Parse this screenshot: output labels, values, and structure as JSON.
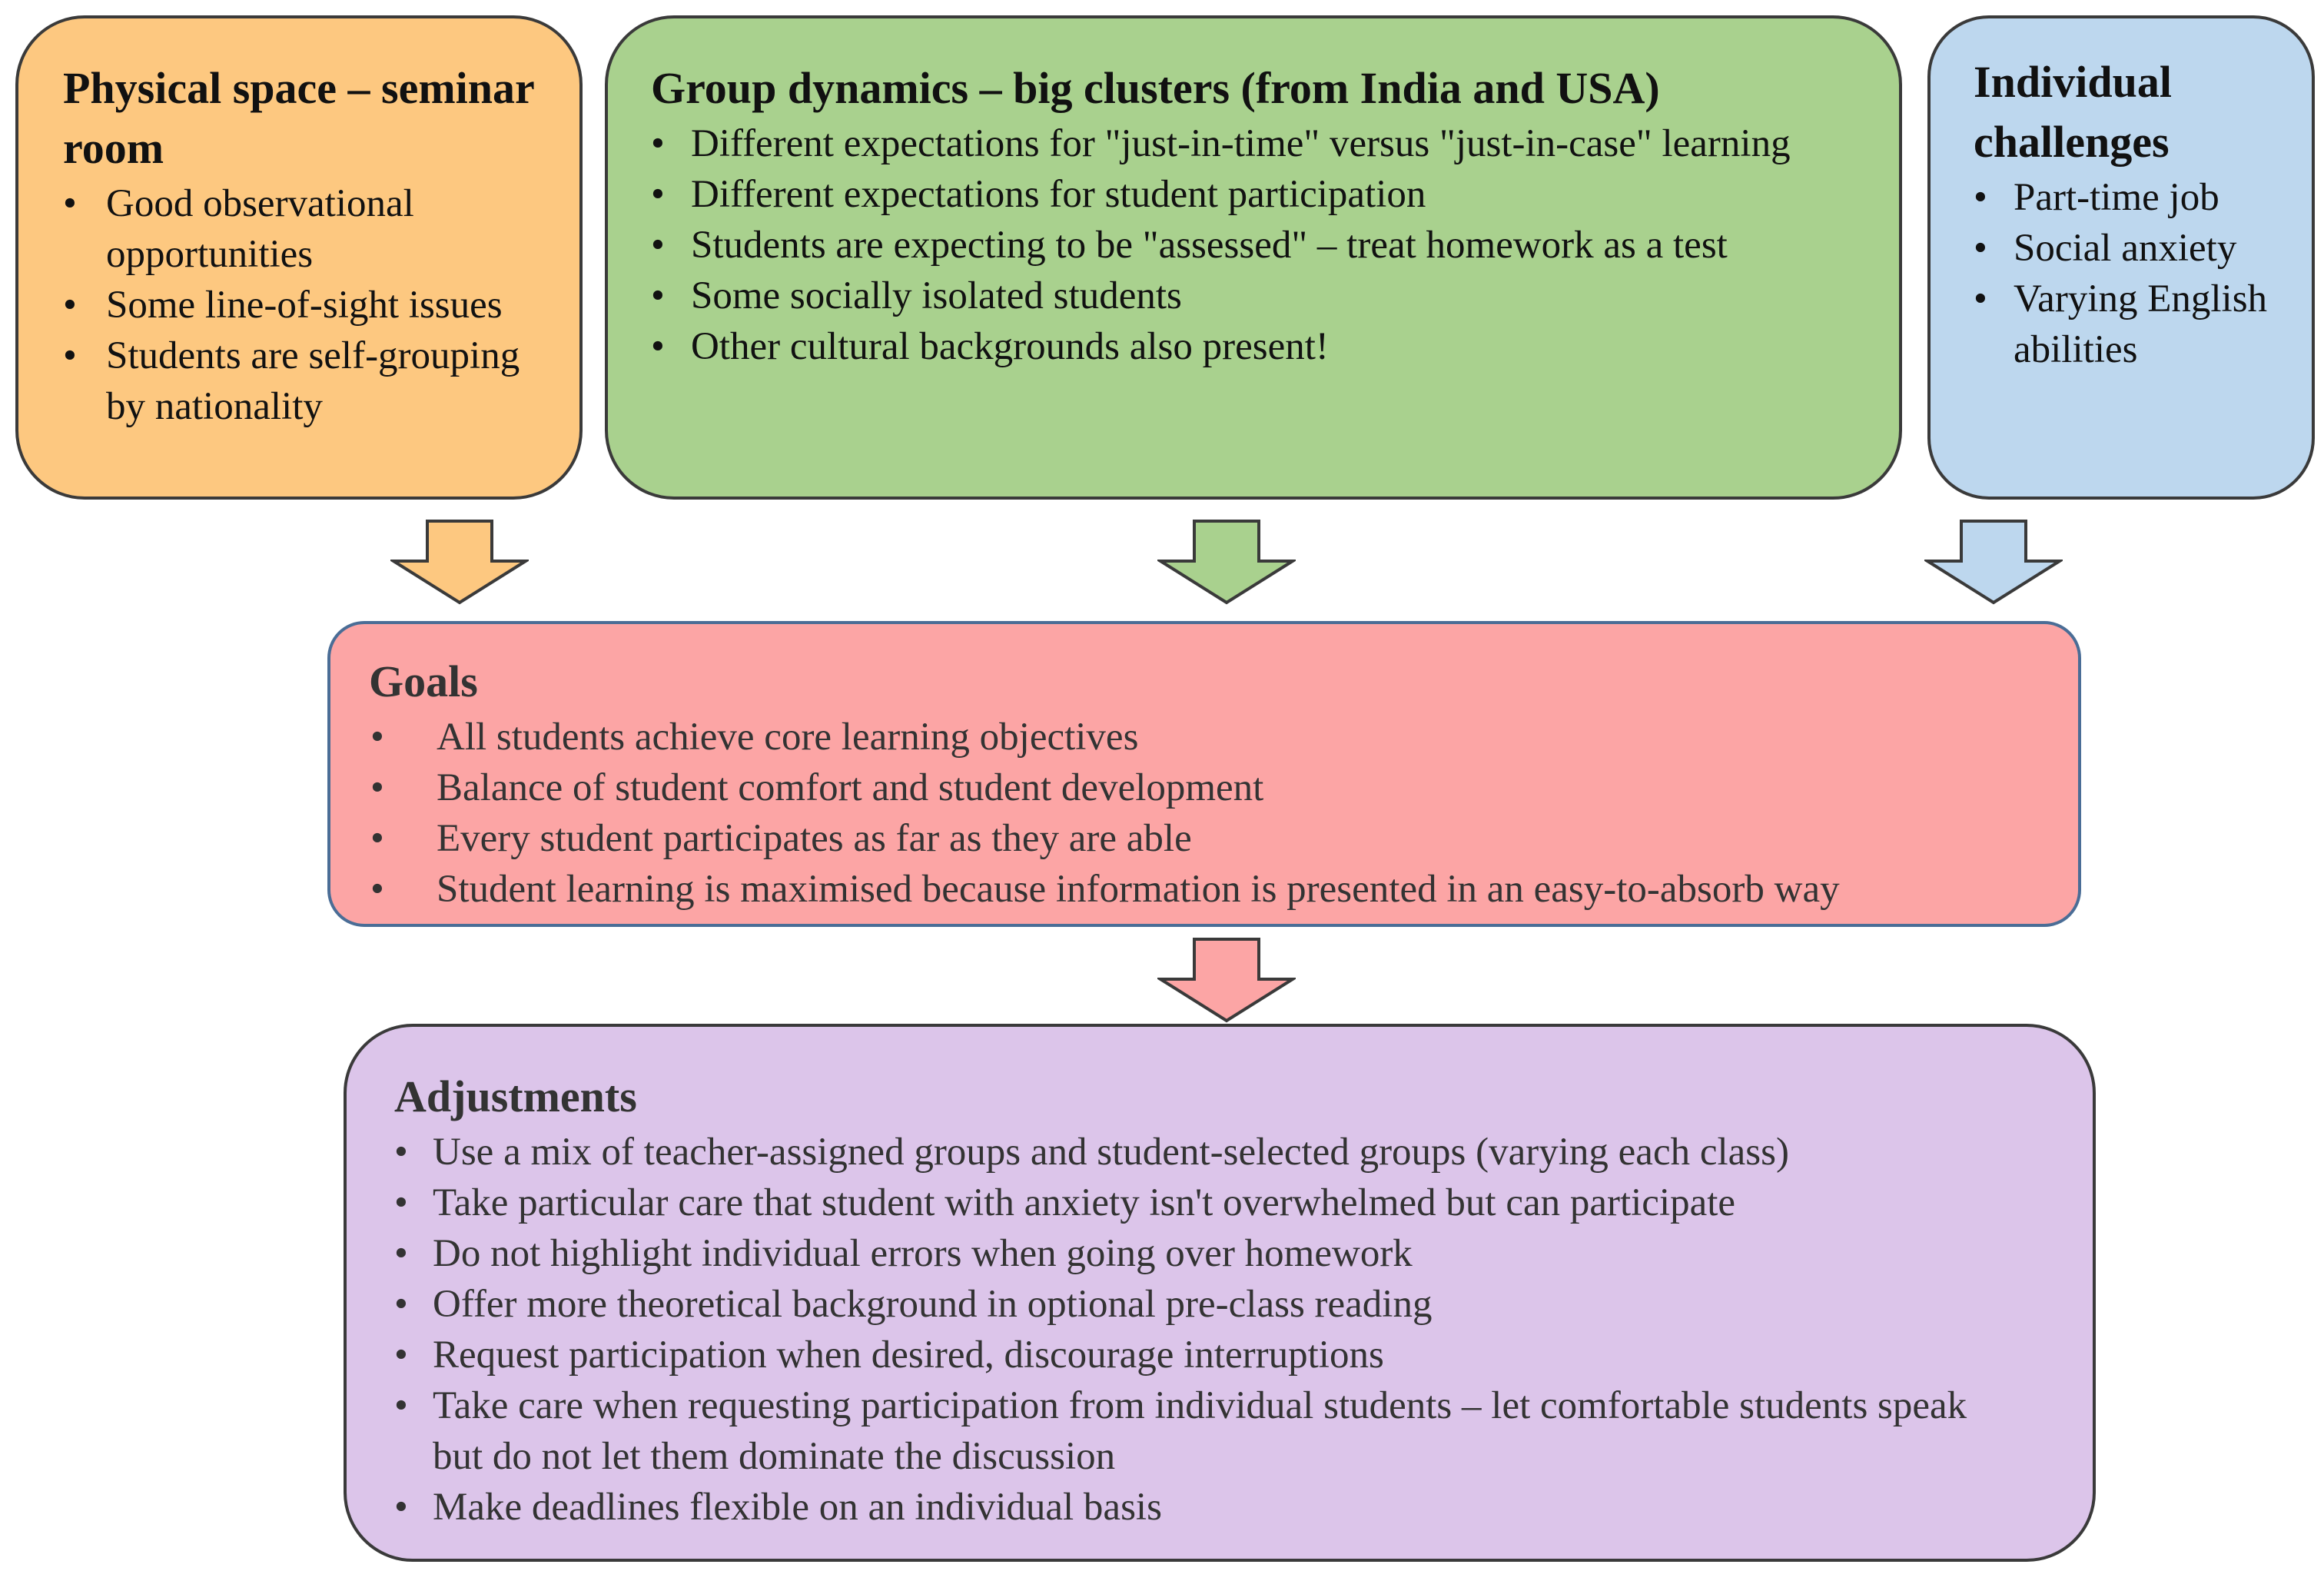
{
  "physical": {
    "title": "Physical space – seminar room",
    "color": "#fdc880",
    "items": [
      "Good observational opportunities",
      "Some line-of-sight issues",
      "Students are self-grouping by nationality"
    ]
  },
  "group": {
    "title": "Group dynamics – big clusters (from India and USA)",
    "color": "#a9d18e",
    "items": [
      "Different expectations for \"just-in-time\" versus \"just-in-case\" learning",
      "Different expectations for student participation",
      "Students are expecting to be \"assessed\" – treat homework as a test",
      "Some socially isolated students",
      "Other cultural backgrounds also present!"
    ]
  },
  "individual": {
    "title": "Individual challenges",
    "color": "#bdd7ee",
    "items": [
      "Part-time job",
      "Social anxiety",
      "Varying English abilities"
    ]
  },
  "goals": {
    "title": "Goals",
    "color": "#fca5a5",
    "items": [
      "All students achieve core learning objectives",
      "Balance of student comfort and student development",
      "Every student participates as far as they are able",
      "Student learning is maximised because information is presented in an easy-to-absorb way"
    ]
  },
  "adjustments": {
    "title": "Adjustments",
    "color": "#dcc5ea",
    "items": [
      "Use a mix of teacher-assigned groups and student-selected groups (varying each class)",
      "Take particular care that student with anxiety isn't overwhelmed but can participate",
      "Do not highlight individual errors when going over homework",
      "Offer more theoretical background in optional pre-class reading",
      "Request participation when desired, discourage interruptions",
      "Take care when requesting participation from individual students – let comfortable students speak but do not let them dominate the discussion",
      "Make deadlines flexible on an individual basis"
    ]
  },
  "bullet": "•"
}
